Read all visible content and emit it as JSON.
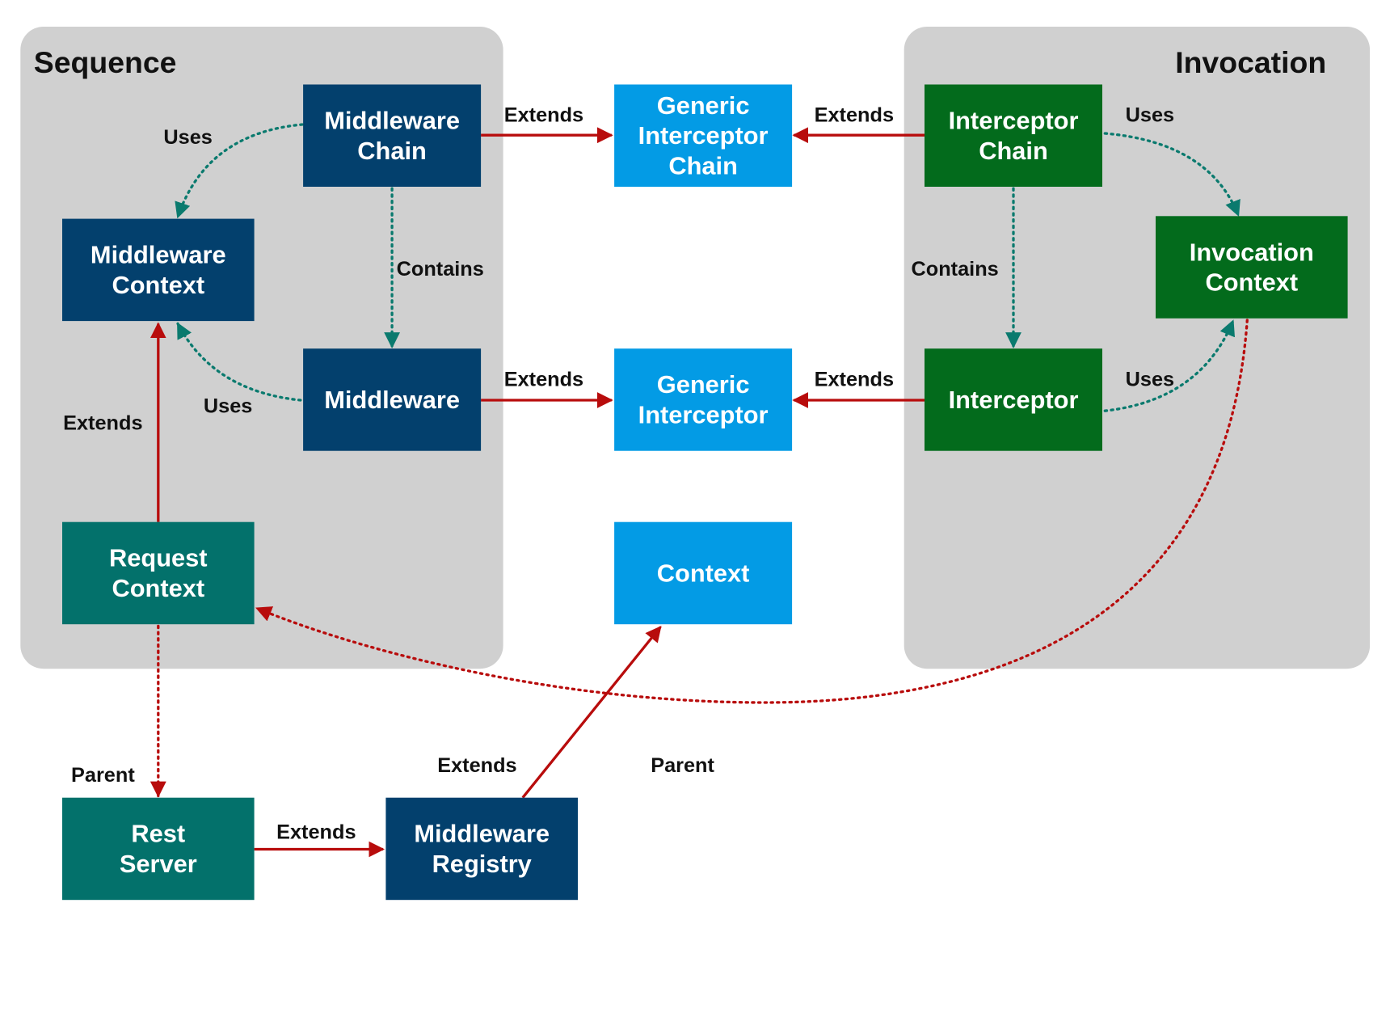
{
  "colors": {
    "navy": "#03406d",
    "blue": "#039be5",
    "green": "#036b1c",
    "teal": "#03716b",
    "extends_edge": "#b80c0c",
    "uses_edge": "#0a7a6e",
    "group_bg": "#d0d0d0"
  },
  "groups": {
    "sequence": "Sequence",
    "invocation": "Invocation"
  },
  "nodes": {
    "middleware_chain": [
      "Middleware",
      "Chain"
    ],
    "middleware_context": [
      "Middleware",
      "Context"
    ],
    "middleware": [
      "Middleware"
    ],
    "request_context": [
      "Request",
      "Context"
    ],
    "generic_interceptor_chain": [
      "Generic",
      "Interceptor",
      "Chain"
    ],
    "generic_interceptor": [
      "Generic",
      "Interceptor"
    ],
    "context": [
      "Context"
    ],
    "interceptor_chain": [
      "Interceptor",
      "Chain"
    ],
    "invocation_context": [
      "Invocation",
      "Context"
    ],
    "interceptor": [
      "Interceptor"
    ],
    "rest_server": [
      "Rest",
      "Server"
    ],
    "middleware_registry": [
      "Middleware",
      "Registry"
    ]
  },
  "edges": [
    {
      "from": "middleware_chain",
      "to": "generic_interceptor_chain",
      "label": "Extends",
      "style": "solid"
    },
    {
      "from": "interceptor_chain",
      "to": "generic_interceptor_chain",
      "label": "Extends",
      "style": "solid"
    },
    {
      "from": "middleware",
      "to": "generic_interceptor",
      "label": "Extends",
      "style": "solid"
    },
    {
      "from": "interceptor",
      "to": "generic_interceptor",
      "label": "Extends",
      "style": "solid"
    },
    {
      "from": "middleware_chain",
      "to": "middleware_context",
      "label": "Uses",
      "style": "dotted"
    },
    {
      "from": "middleware_chain",
      "to": "middleware",
      "label": "Contains",
      "style": "dotted"
    },
    {
      "from": "middleware",
      "to": "middleware_context",
      "label": "Uses",
      "style": "dotted"
    },
    {
      "from": "request_context",
      "to": "middleware_context",
      "label": "Extends",
      "style": "solid"
    },
    {
      "from": "interceptor_chain",
      "to": "invocation_context",
      "label": "Uses",
      "style": "dotted"
    },
    {
      "from": "interceptor_chain",
      "to": "interceptor",
      "label": "Contains",
      "style": "dotted"
    },
    {
      "from": "interceptor",
      "to": "invocation_context",
      "label": "Uses",
      "style": "dotted"
    },
    {
      "from": "request_context",
      "to": "rest_server",
      "label": "Parent",
      "style": "dotted"
    },
    {
      "from": "rest_server",
      "to": "middleware_registry",
      "label": "Extends",
      "style": "solid"
    },
    {
      "from": "middleware_registry",
      "to": "context",
      "label": "Extends",
      "style": "solid"
    },
    {
      "from": "invocation_context",
      "to": "request_context",
      "label": "Parent",
      "style": "dotted"
    }
  ]
}
